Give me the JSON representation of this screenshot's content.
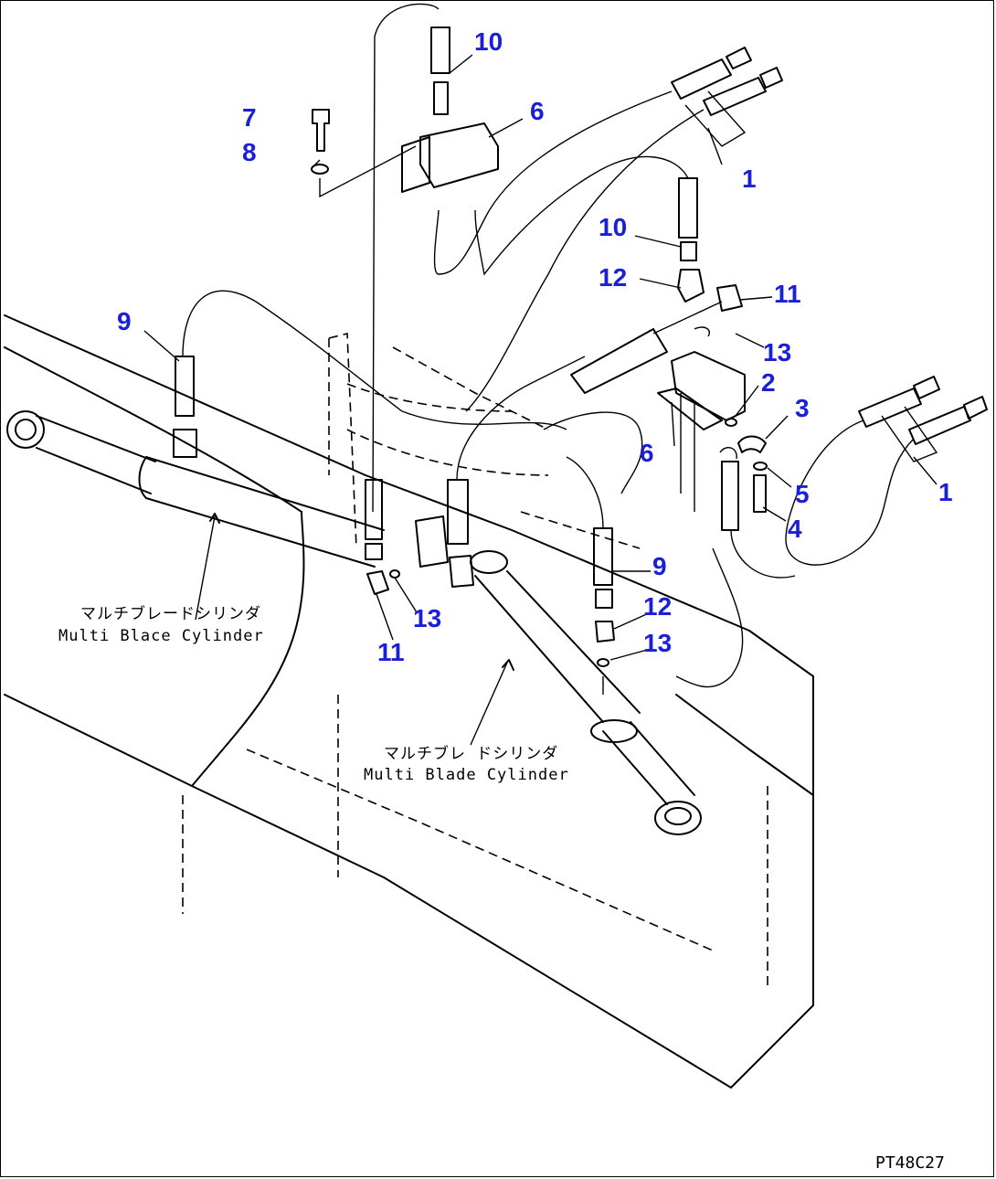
{
  "callouts": [
    {
      "id": "c10a",
      "text": "10"
    },
    {
      "id": "c6a",
      "text": "6"
    },
    {
      "id": "c7",
      "text": "7"
    },
    {
      "id": "c8",
      "text": "8"
    },
    {
      "id": "c1a",
      "text": "1"
    },
    {
      "id": "c10b",
      "text": "10"
    },
    {
      "id": "c12a",
      "text": "12"
    },
    {
      "id": "c11a",
      "text": "11"
    },
    {
      "id": "c9a",
      "text": "9"
    },
    {
      "id": "c13a",
      "text": "13"
    },
    {
      "id": "c2",
      "text": "2"
    },
    {
      "id": "c3",
      "text": "3"
    },
    {
      "id": "c6b",
      "text": "6"
    },
    {
      "id": "c5",
      "text": "5"
    },
    {
      "id": "c1b",
      "text": "1"
    },
    {
      "id": "c4",
      "text": "4"
    },
    {
      "id": "c9b",
      "text": "9"
    },
    {
      "id": "c12b",
      "text": "12"
    },
    {
      "id": "c13b",
      "text": "13"
    },
    {
      "id": "c13c",
      "text": "13"
    },
    {
      "id": "c11b",
      "text": "11"
    }
  ],
  "captions": {
    "left_jp": "マルチブレードシリンダ",
    "left_en": "Multi Blace Cylinder",
    "right_jp": "マルチブレ ドシリンダ",
    "right_en": "Multi Blade Cylinder"
  },
  "drawing_code": "PT48C27",
  "colors": {
    "callout": "#1a20d8",
    "line": "#000000"
  }
}
